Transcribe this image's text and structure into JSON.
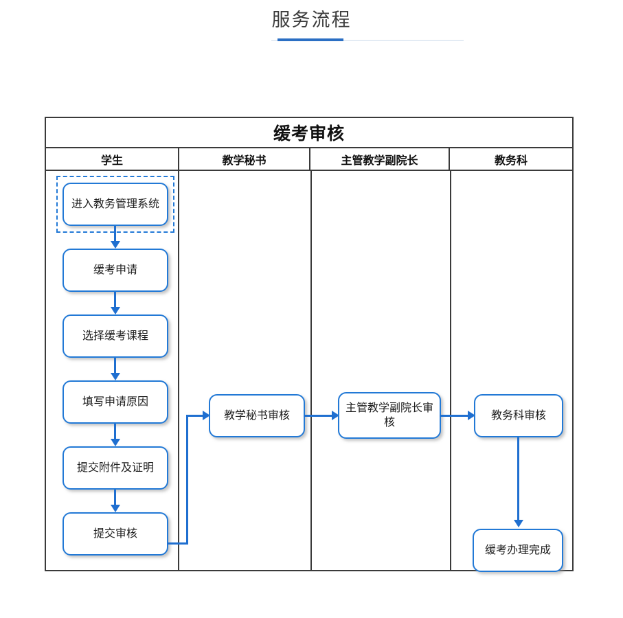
{
  "page": {
    "title": "服务流程",
    "accent_color": "#2b6fc4",
    "rule_color": "#c9d8ea"
  },
  "diagram": {
    "title": "缓考审核",
    "node_border_color": "#2279d6",
    "connector_color": "#1f6fd0",
    "table_border_color": "#3a3a3a",
    "lanes": [
      {
        "label": "学生"
      },
      {
        "label": "教学秘书"
      },
      {
        "label": "主管教学副院长"
      },
      {
        "label": "教务科"
      }
    ],
    "nodes": [
      {
        "id": "n1",
        "lane": 0,
        "label": "进入教务管理系统",
        "selected": true
      },
      {
        "id": "n2",
        "lane": 0,
        "label": "缓考申请",
        "selected": false
      },
      {
        "id": "n3",
        "lane": 0,
        "label": "选择缓考课程",
        "selected": false
      },
      {
        "id": "n4",
        "lane": 0,
        "label": "填写申请原因",
        "selected": false
      },
      {
        "id": "n5",
        "lane": 0,
        "label": "提交附件及证明",
        "selected": false
      },
      {
        "id": "n6",
        "lane": 0,
        "label": "提交审核",
        "selected": false
      },
      {
        "id": "n7",
        "lane": 1,
        "label": "教学秘书审核",
        "selected": false
      },
      {
        "id": "n8",
        "lane": 2,
        "label": "主管教学副院长审核",
        "selected": false
      },
      {
        "id": "n9",
        "lane": 3,
        "label": "教务科审核",
        "selected": false
      },
      {
        "id": "n10",
        "lane": 3,
        "label": "缓考办理完成",
        "selected": false
      }
    ],
    "edges": [
      {
        "from": "n1",
        "to": "n2"
      },
      {
        "from": "n2",
        "to": "n3"
      },
      {
        "from": "n3",
        "to": "n4"
      },
      {
        "from": "n4",
        "to": "n5"
      },
      {
        "from": "n5",
        "to": "n6"
      },
      {
        "from": "n6",
        "to": "n7"
      },
      {
        "from": "n7",
        "to": "n8"
      },
      {
        "from": "n8",
        "to": "n9"
      },
      {
        "from": "n9",
        "to": "n10"
      }
    ]
  }
}
